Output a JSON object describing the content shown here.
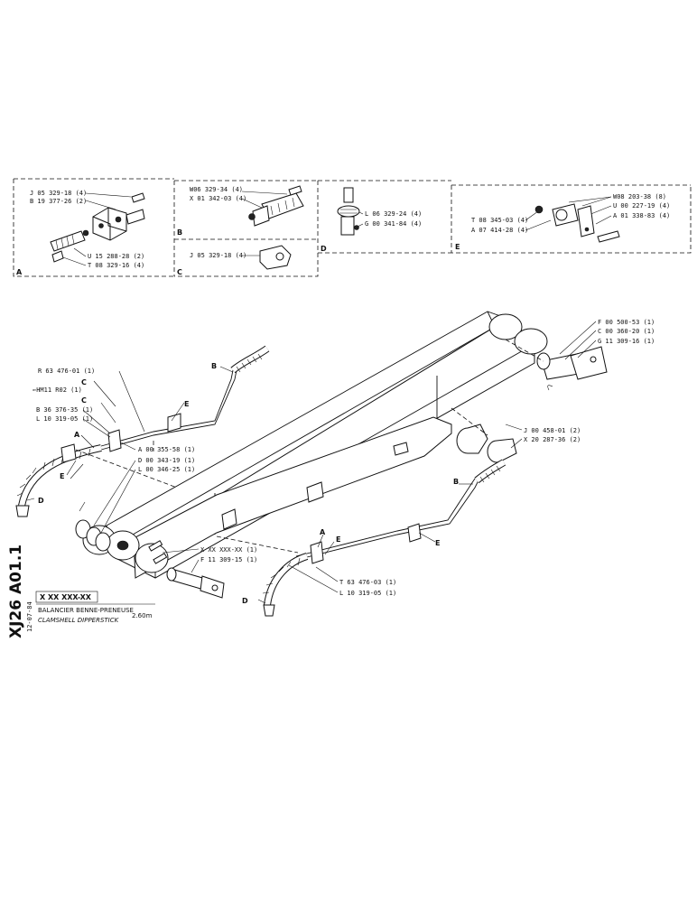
{
  "panels": {
    "A": {
      "letter": "A",
      "labels": [
        "J 05 329-18 (4)",
        "B 19 377-26 (2)",
        "U 15 288-28 (2)",
        "T 08 329-16 (4)"
      ]
    },
    "B": {
      "letter": "B",
      "labels": [
        "W06 329-34 (4)",
        "X 01 342-03 (4)"
      ]
    },
    "C": {
      "letter": "C",
      "labels": [
        "J 05 329-18 (4)"
      ]
    },
    "D": {
      "letter": "D",
      "labels": [
        "L 06 329-24 (4)",
        "G 00 341-84 (4)"
      ]
    },
    "E": {
      "letter": "E",
      "labels": [
        "W08 203-38 (8)",
        "U 00 227-19 (4)",
        "A 01 338-83 (4)",
        "T 08 345-03 (4)",
        "A 07 414-28 (4)"
      ]
    }
  },
  "main": {
    "right_top": [
      "F 00 500-53 (1)",
      "C 00 360-20 (1)",
      "G 11 309-16 (1)"
    ],
    "right_mid": [
      "J 00 458-01 (2)",
      "X 20 287-36 (2)"
    ],
    "left": [
      "R 63 476-01 (1)",
      "⇐HM11 R02 (1)",
      "B 36 376-35 (1)",
      "L 10 319-05 (1)"
    ],
    "center": [
      "A 00 355-58 (1)",
      "D 00 343-19 (1)",
      "L 00 346-25 (1)"
    ],
    "bottom": [
      "X XX XXX-XX (1)",
      "F 11 309-15 (1)",
      "T 63 476-03 (1)",
      "L 10 319-05 (1)"
    ],
    "letters": {
      "a": "A",
      "b": "B",
      "c": "C",
      "d": "D",
      "e": "E"
    }
  },
  "title_block": {
    "code": "XJ26  A01.1",
    "part_no": "X XX XXX-XX",
    "date": "12-07-84",
    "fr": "BALANCIER BENNE-PRENEUSE",
    "en": "CLAMSHELL DIPPERSTICK",
    "length": "2.60m"
  }
}
